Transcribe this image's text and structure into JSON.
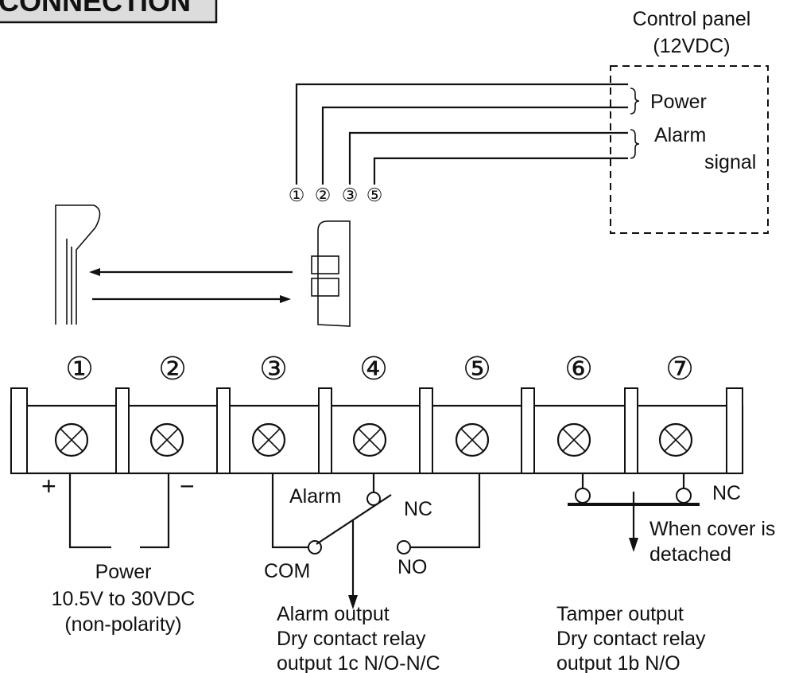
{
  "header": {
    "title": "CONNECTION"
  },
  "control_panel": {
    "title": "Control panel",
    "voltage": "(12VDC)",
    "power_label": "Power",
    "alarm_label_1": "Alarm",
    "alarm_label_2": "signal"
  },
  "sensor_wire_ids": [
    "①",
    "②",
    "③",
    "⑤"
  ],
  "terminals": [
    "①",
    "②",
    "③",
    "④",
    "⑤",
    "⑥",
    "⑦"
  ],
  "polarity": {
    "plus": "+",
    "minus": "−"
  },
  "power_block": {
    "line1": "Power",
    "line2": "10.5V to 30VDC",
    "line3": "(non-polarity)"
  },
  "alarm_relay": {
    "alarm": "Alarm",
    "nc": "NC",
    "no": "NO",
    "com": "COM",
    "output_line1": "Alarm output",
    "output_line2": "Dry contact relay",
    "output_line3": "output 1c N/O-N/C"
  },
  "tamper": {
    "nc": "NC",
    "cover_line1": "When cover is",
    "cover_line2": "detached",
    "output_line1": "Tamper output",
    "output_line2": "Dry contact relay",
    "output_line3": "output 1b N/O"
  }
}
